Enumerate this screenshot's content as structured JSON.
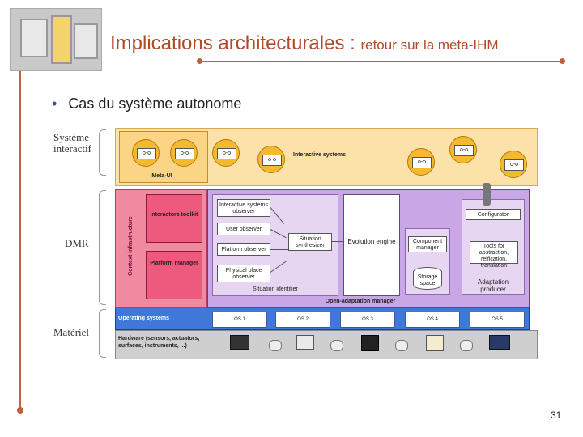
{
  "slide": {
    "title_main": "Implications architecturales : ",
    "title_sub": "retour sur la méta-IHM",
    "bullet": "Cas du système autonome",
    "page_number": "31"
  },
  "figure": {
    "layer_labels": {
      "systeme": "Système interactif",
      "dmr": "DMR",
      "materiel": "Matériel"
    },
    "interactive_systems": "Interactive systems",
    "meta_ui": "Meta-UI",
    "context_infrastructure": "Context infrastructure",
    "interactors_toolkit": "Interactors toolkit",
    "platform_manager": "Platform manager",
    "observers": [
      "Interactive systems observer",
      "User observer",
      "Platform observer",
      "Physical place observer"
    ],
    "situation_synthesizer": "Situation synthesizer",
    "situation_identifier": "Situation identifier",
    "evolution_engine": "Evolution engine",
    "component_manager": "Component manager",
    "storage_space": "Storage space",
    "configurator": "Configurator",
    "tools": "Tools for abstraction, reification, translation",
    "adaptation_producer": "Adaptation producer",
    "open_adaptation_manager": "Open-adaptation manager",
    "operating_systems": "Operating systems",
    "os_list": [
      "OS 1",
      "OS 2",
      "OS 3",
      "OS 4",
      "OS 5"
    ],
    "hardware": "Hardware (sensors, actuators, surfaces, instruments, ...)"
  },
  "colors": {
    "accent": "#c0603d",
    "interactive_layer": "#fce2a8",
    "dmr_layer": "#c9a6e6",
    "context": "#f08aa0",
    "os_layer": "#3f78d8",
    "hardware_layer": "#cfcfcf"
  }
}
